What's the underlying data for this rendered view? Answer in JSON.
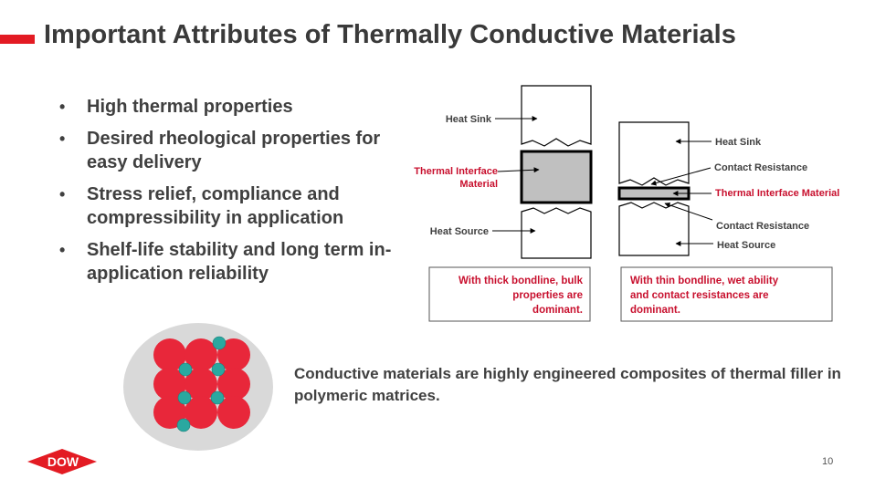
{
  "title": "Important Attributes of Thermally Conductive Materials",
  "bullets": [
    "High thermal properties",
    "Desired rheological properties for easy delivery",
    "Stress relief, compliance and compressibility in application",
    "Shelf-life stability and long term in-application reliability"
  ],
  "diagram_left": {
    "heat_sink": "Heat Sink",
    "tim_line1": "Thermal Interface",
    "tim_line2": "Material",
    "heat_source": "Heat Source",
    "caption": [
      "With thick bondline, bulk",
      "properties are",
      "dominant."
    ]
  },
  "diagram_right": {
    "heat_sink": "Heat Sink",
    "contact_resistance_top": "Contact Resistance",
    "tim": "Thermal Interface Material",
    "contact_resistance_bottom": "Contact Resistance",
    "heat_source": "Heat Source",
    "caption": [
      "With thin bondline, wet ability",
      "and contact resistances are",
      "dominant."
    ]
  },
  "summary": "Conductive materials are highly engineered composites of thermal filler in polymeric matrices.",
  "logo_text": "DOW",
  "page_number": "10",
  "colors": {
    "accent": "#e31b23",
    "tim_text": "#c8102e",
    "tim_fill": "#c0c0c0",
    "sphere_red": "#e8273a",
    "sphere_teal": "#2aa8a0"
  }
}
